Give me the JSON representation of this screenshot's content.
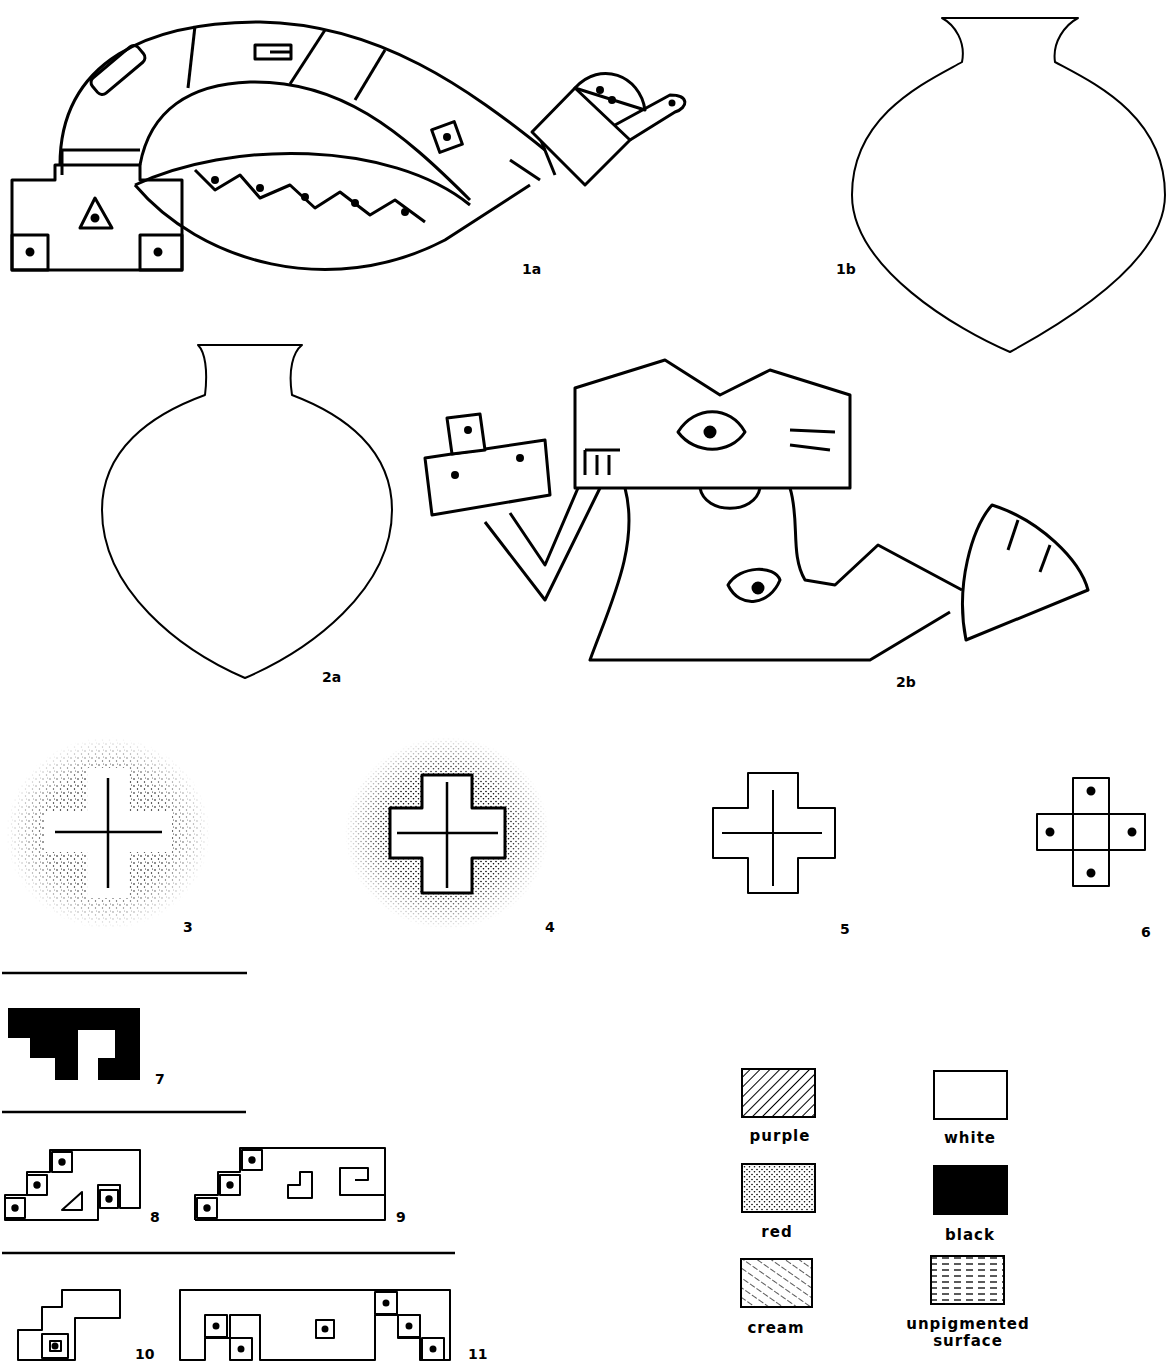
{
  "diagram": {
    "labels": [
      "1a",
      "1b",
      "2a",
      "2b",
      "3",
      "4",
      "5",
      "6",
      "7",
      "8",
      "9",
      "10",
      "11"
    ],
    "legend": [
      {
        "text": "purple"
      },
      {
        "text": "white",
        "color": "#ffffff"
      },
      {
        "text": "red"
      },
      {
        "text": "black",
        "color": "#000000"
      },
      {
        "text": "cream"
      },
      {
        "text": "unpigmented surface"
      }
    ]
  }
}
